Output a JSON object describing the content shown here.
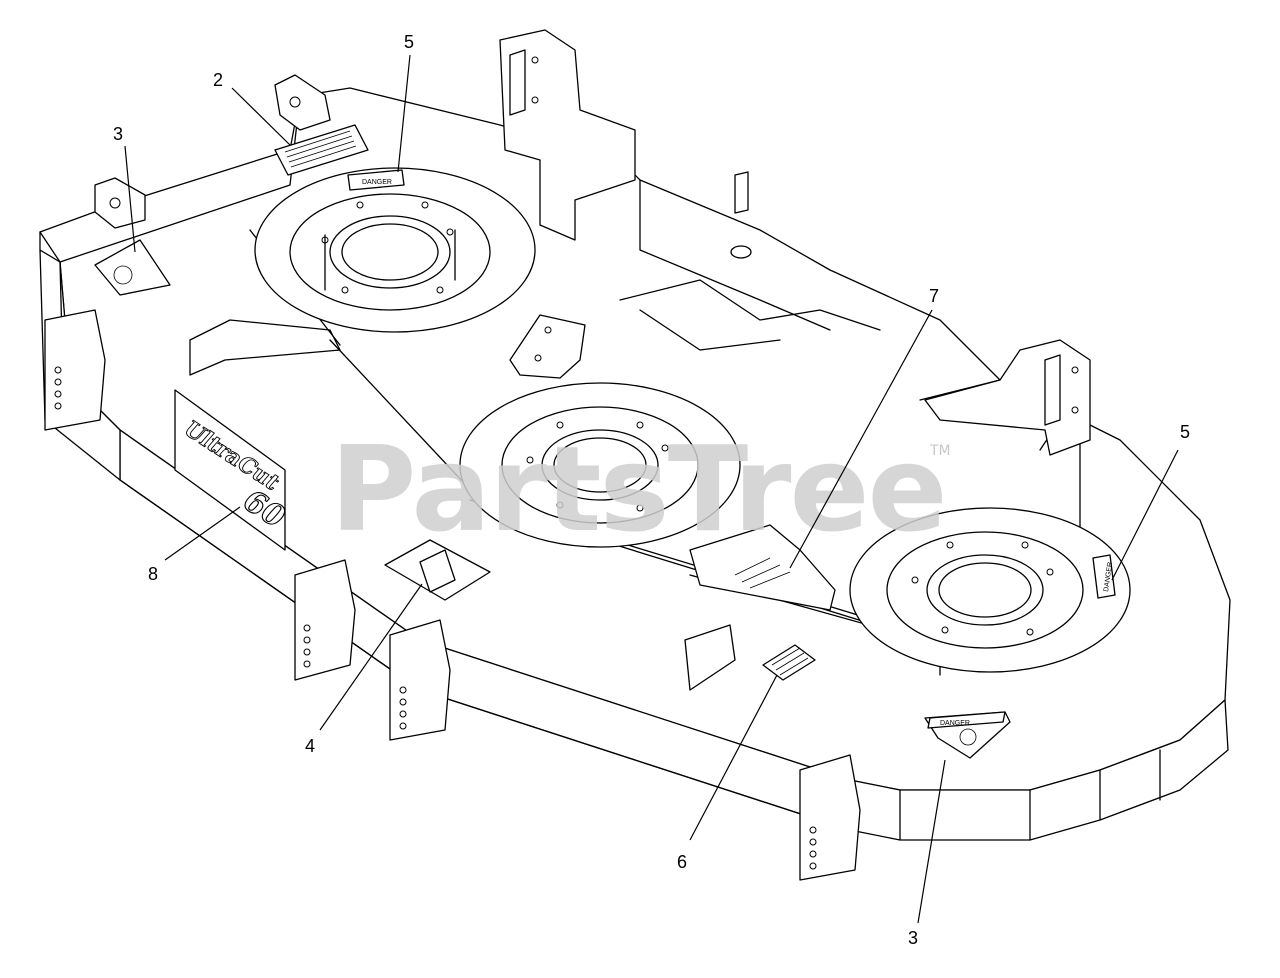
{
  "watermark": {
    "text": "PartsTree",
    "tm": "TM"
  },
  "decal_text": {
    "danger": "DANGER"
  },
  "brand": {
    "name": "UltraCut",
    "size": "60"
  },
  "callouts": [
    {
      "id": "2",
      "label": "2"
    },
    {
      "id": "3a",
      "label": "3"
    },
    {
      "id": "3b",
      "label": "3"
    },
    {
      "id": "4",
      "label": "4"
    },
    {
      "id": "5a",
      "label": "5"
    },
    {
      "id": "5b",
      "label": "5"
    },
    {
      "id": "6",
      "label": "6"
    },
    {
      "id": "7",
      "label": "7"
    },
    {
      "id": "8",
      "label": "8"
    }
  ],
  "icons": [
    "warning-decal-icon",
    "hand-hazard-icon",
    "label-decal-icon"
  ]
}
